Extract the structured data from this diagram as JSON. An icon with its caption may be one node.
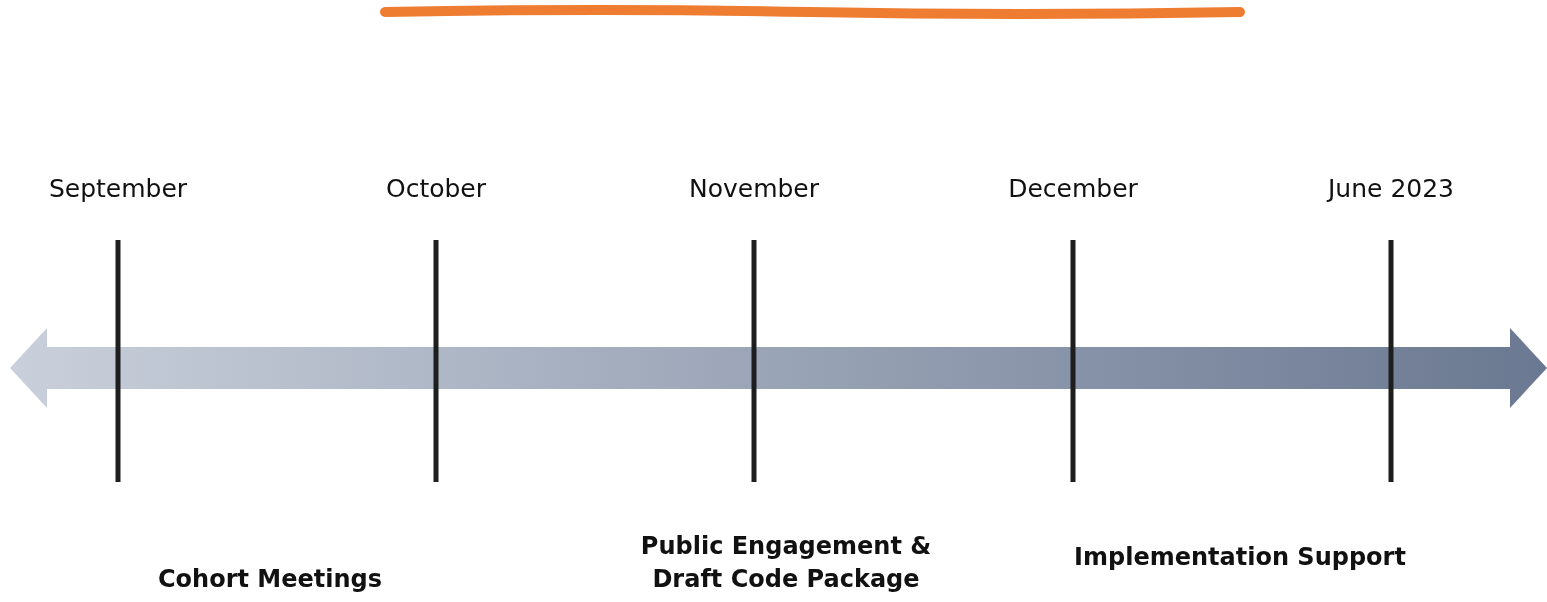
{
  "diagram": {
    "labels": [
      "September",
      "October",
      "November",
      "December",
      "June 2023",
      "Cohort Meetings",
      "Public Engagement & Draft Code Package",
      "Implementation Support"
    ]
  }
}
